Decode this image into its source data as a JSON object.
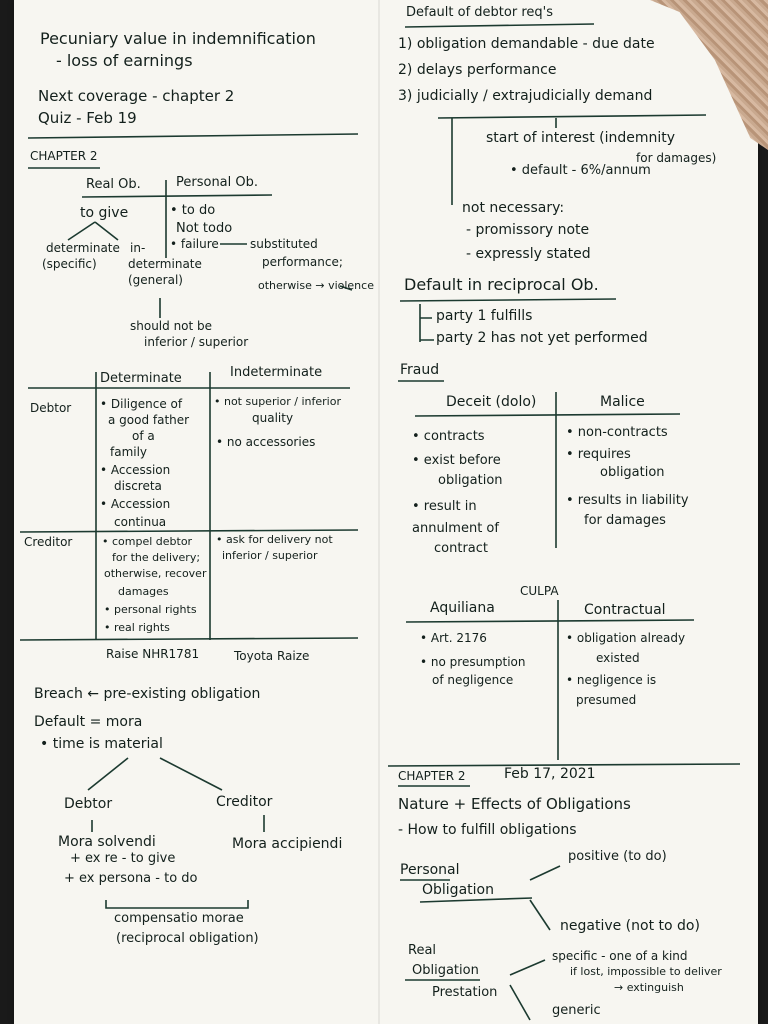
{
  "left": {
    "intro": [
      "Pecuniary value in indemnification",
      "- loss of earnings",
      "Next coverage - chapter 2",
      "Quiz - Feb 19"
    ],
    "chapter": "CHAPTER 2",
    "real_ob": {
      "heading": "Real Ob.",
      "to_give": "to give",
      "determinate": "determinate",
      "specific": "(specific)",
      "indeterminate_1": "in-",
      "indeterminate_2": "determinate",
      "general": "(general)",
      "note_1": "should not be",
      "note_2": "inferior / superior"
    },
    "personal_ob": {
      "heading": "Personal Ob.",
      "to_do": "• to do",
      "not_todo": "Not todo",
      "failure": "• failure",
      "substituted": "substituted",
      "performance": "performance;",
      "otherwise": "otherwise → violence"
    },
    "table": {
      "col1": "Determinate",
      "col2": "Indeterminate",
      "row1": "Debtor",
      "row2": "Creditor",
      "debtor_det": [
        "• Diligence of",
        "a good father",
        "of a",
        "family",
        "• Accession",
        "discreta",
        "• Accession",
        "continua"
      ],
      "debtor_indet": [
        "• not superior / inferior",
        "quality",
        "• no accessories"
      ],
      "creditor_det": [
        "• compel debtor",
        "for the delivery;",
        "otherwise, recover",
        "damages",
        "• personal rights",
        "• real rights"
      ],
      "creditor_indet": [
        "• ask for delivery not",
        "inferior / superior"
      ],
      "foot_det": "Raise NHR1781",
      "foot_indet": "Toyota Raize"
    },
    "breach": "Breach ← pre-existing obligation",
    "default": "Default = mora",
    "time": "• time is material",
    "debtor": "Debtor",
    "creditor": "Creditor",
    "mora_solvendi": "Mora solvendi",
    "ex_re": "+ ex re - to give",
    "ex_persona": "+ ex persona - to do",
    "mora_accipiendi": "Mora accipiendi",
    "compensatio": "compensatio morae",
    "reciprocal": "(reciprocal obligation)"
  },
  "right": {
    "default_title": "Default of debtor req's",
    "req_1": "1) obligation demandable - due date",
    "req_2": "2) delays performance",
    "req_3": "3) judicially / extrajudicially demand",
    "start_interest": "start of interest (indemnity",
    "for_damages": "for damages)",
    "default_annum": "• default - 6%/annum",
    "not_necessary": "not necessary:",
    "promissory": "- promissory note",
    "expressly": "- expressly stated",
    "reciprocal_title": "Default in reciprocal Ob.",
    "party_1": "party 1 fulfills",
    "party_2": "party 2 has not yet performed",
    "fraud": "Fraud",
    "deceit": "Deceit (dolo)",
    "malice": "Malice",
    "deceit_items": [
      "• contracts",
      "• exist before",
      "obligation",
      "• result in",
      "annulment of",
      "contract"
    ],
    "malice_items": [
      "• non-contracts",
      "• requires",
      "obligation",
      "• results in liability",
      "for damages"
    ],
    "culpa": "CULPA",
    "aquiliana": "Aquiliana",
    "contractual": "Contractual",
    "aquiliana_items": [
      "• Art. 2176",
      "• no presumption",
      "of negligence"
    ],
    "contractual_items": [
      "• obligation already",
      "existed",
      "• negligence is",
      "presumed"
    ],
    "chapter2": "CHAPTER 2",
    "date": "Feb 17, 2021",
    "nature": "Nature + Effects of Obligations",
    "how": "- How to fulfill obligations",
    "personal": "Personal",
    "obligation": "Obligation",
    "positive": "positive (to do)",
    "negative": "negative (not to do)",
    "real": "Real",
    "real_obligation": "Obligation",
    "prestation": "Prestation",
    "specific_1": "specific - one of a kind",
    "specific_2": "if lost, impossible to deliver",
    "specific_3": "→ extinguish",
    "generic": "generic"
  }
}
